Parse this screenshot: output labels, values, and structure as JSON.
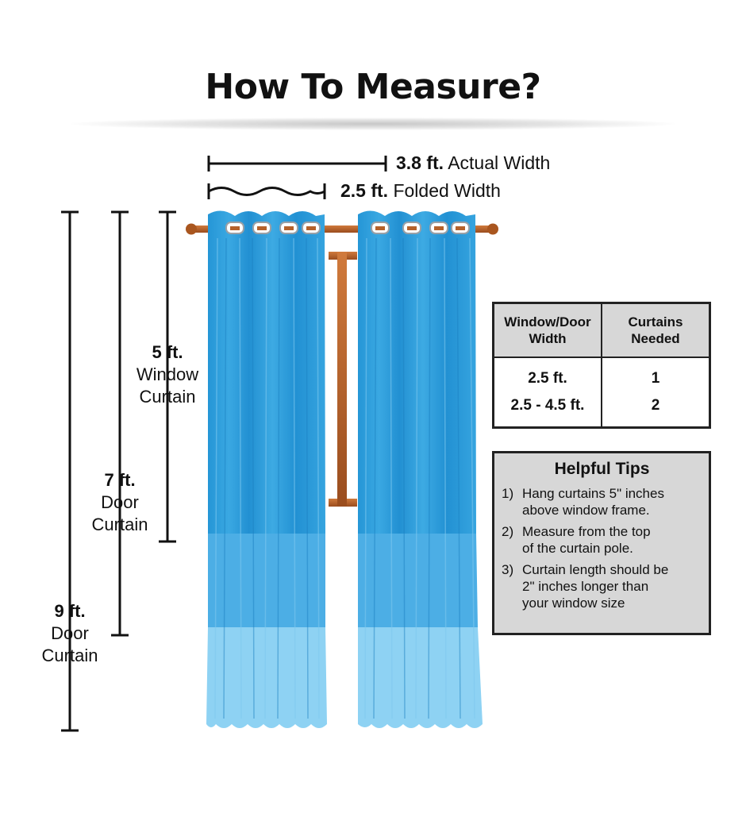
{
  "title": "How To Measure?",
  "widths": [
    {
      "value": "3.8 ft.",
      "label": "Actual Width"
    },
    {
      "value": "2.5 ft.",
      "label": "Folded Width"
    }
  ],
  "heights": [
    {
      "value": "5 ft.",
      "line1": "Window",
      "line2": "Curtain"
    },
    {
      "value": "7 ft.",
      "line1": "Door",
      "line2": "Curtain"
    },
    {
      "value": "9 ft.",
      "line1": "Door",
      "line2": "Curtain"
    }
  ],
  "table": {
    "headers": [
      "Window/Door Width",
      "Curtains Needed"
    ],
    "rows": [
      [
        "2.5 ft.",
        "1"
      ],
      [
        "2.5 - 4.5 ft.",
        "2"
      ]
    ]
  },
  "tips": {
    "title": "Helpful Tips",
    "items": [
      {
        "num": "1)",
        "line1": "Hang curtains 5\" inches",
        "line2": "above window frame."
      },
      {
        "num": "2)",
        "line1": "Measure from the top",
        "line2": "of the curtain pole."
      },
      {
        "num": "3)",
        "line1": "Curtain length should be",
        "line2": "2\" inches longer than",
        "line3": "your window size"
      }
    ]
  },
  "colors": {
    "curtain_dark": "#2a9ad8",
    "curtain_mid": "#4aaee4",
    "curtain_light": "#8fd3f4",
    "rod": "#b5612a",
    "tip_box": "#d7d7d7"
  }
}
